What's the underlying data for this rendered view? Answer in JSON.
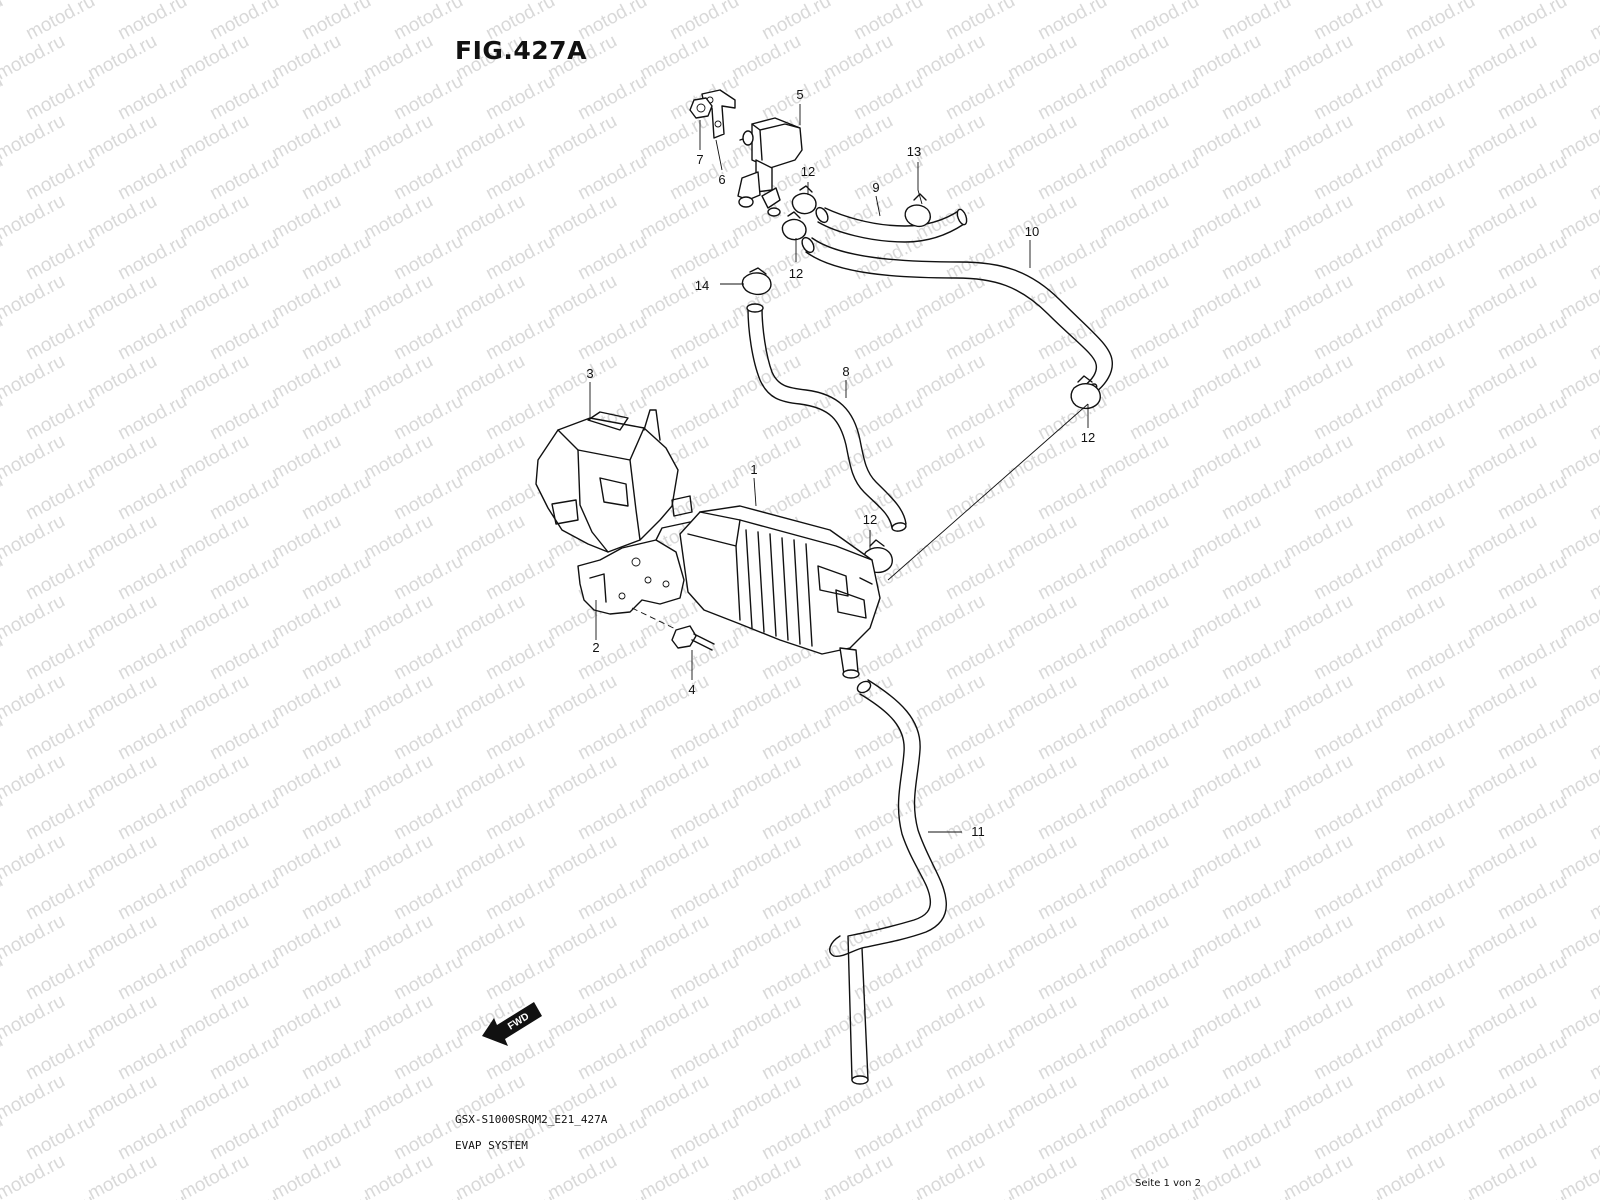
{
  "figure": {
    "title": "FIG.427A",
    "model_code": "GSX-S1000SRQM2_E21_427A",
    "section_name": "EVAP SYSTEM",
    "page_note": "Seite 1 von 2"
  },
  "watermark": {
    "text": "motod.ru"
  },
  "fwd_arrow": {
    "label": "FWD"
  },
  "callouts": [
    {
      "number": "1",
      "part": "canister"
    },
    {
      "number": "2",
      "part": "canister-bracket"
    },
    {
      "number": "3",
      "part": "canister-cover"
    },
    {
      "number": "4",
      "part": "bolt"
    },
    {
      "number": "5",
      "part": "purge-control-valve"
    },
    {
      "number": "6",
      "part": "valve-bracket"
    },
    {
      "number": "7",
      "part": "nut"
    },
    {
      "number": "8",
      "part": "hose"
    },
    {
      "number": "9",
      "part": "hose"
    },
    {
      "number": "10",
      "part": "hose"
    },
    {
      "number": "11",
      "part": "hose"
    },
    {
      "number": "12",
      "part": "clamp"
    },
    {
      "number": "12",
      "part": "clamp"
    },
    {
      "number": "12",
      "part": "clamp"
    },
    {
      "number": "12",
      "part": "clamp"
    },
    {
      "number": "13",
      "part": "clamp"
    },
    {
      "number": "14",
      "part": "clamp"
    }
  ]
}
